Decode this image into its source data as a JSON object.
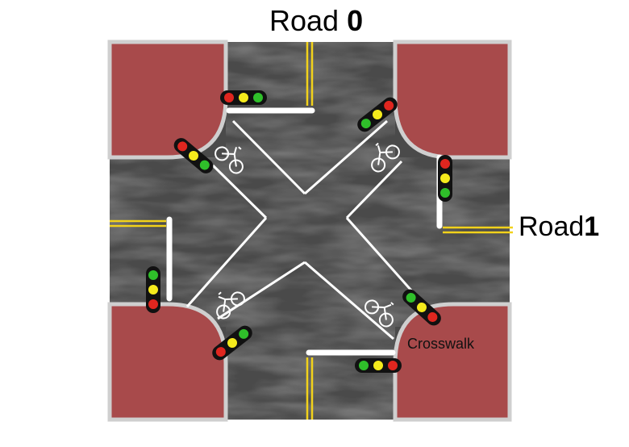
{
  "labels": {
    "road0_name": "Road",
    "road0_number": "0",
    "road1_name": "Road",
    "road1_number": "1",
    "crosswalk": "Crosswalk"
  },
  "colors": {
    "sidewalk": "#a84a4b",
    "road": "#4a4a4a",
    "road_light": "#8a8a8a",
    "curb": "#c9c9c9",
    "stripe": "#ffffff",
    "center_line": "#f2d21b",
    "signal_red": "#e0261f",
    "signal_yellow": "#f4ea1c",
    "signal_green": "#2fbf2a",
    "signal_housing": "#111111"
  },
  "traffic_lights": [
    {
      "id": "north-left",
      "order": [
        "red",
        "yellow",
        "green"
      ]
    },
    {
      "id": "north-right-diag",
      "order": [
        "green",
        "yellow",
        "red"
      ]
    },
    {
      "id": "west-upper-diag",
      "order": [
        "red",
        "yellow",
        "green"
      ]
    },
    {
      "id": "east-upper",
      "order": [
        "red",
        "yellow",
        "green"
      ]
    },
    {
      "id": "west-lower",
      "order": [
        "green",
        "yellow",
        "red"
      ]
    },
    {
      "id": "east-lower-diag",
      "order": [
        "green",
        "yellow",
        "red"
      ]
    },
    {
      "id": "south-left-diag",
      "order": [
        "red",
        "yellow",
        "green"
      ]
    },
    {
      "id": "south-right",
      "order": [
        "green",
        "yellow",
        "red"
      ]
    }
  ],
  "bike_icons": [
    "bike-nw",
    "bike-ne",
    "bike-sw",
    "bike-se"
  ]
}
